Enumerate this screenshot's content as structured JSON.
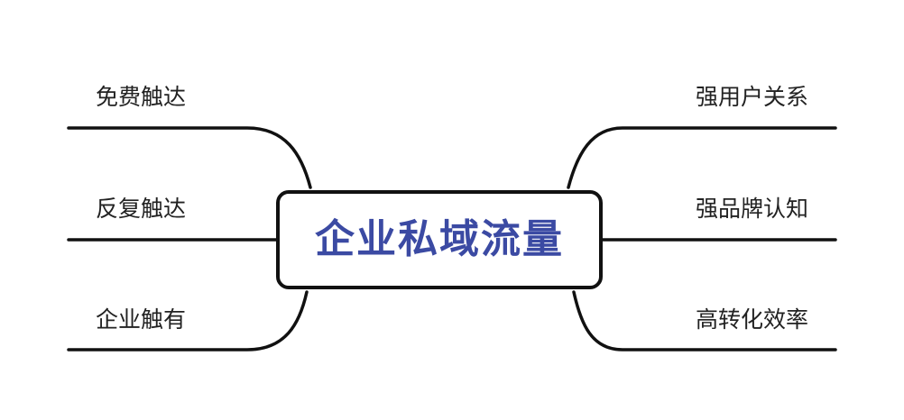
{
  "central": {
    "title": "企业私域流量",
    "title_color": "#3b4aa3"
  },
  "left_branches": [
    {
      "label": "免费触达"
    },
    {
      "label": "反复触达"
    },
    {
      "label": "企业触有"
    }
  ],
  "right_branches": [
    {
      "label": "强用户关系"
    },
    {
      "label": "强品牌认知"
    },
    {
      "label": "高转化效率"
    }
  ],
  "line_color": "#111111"
}
